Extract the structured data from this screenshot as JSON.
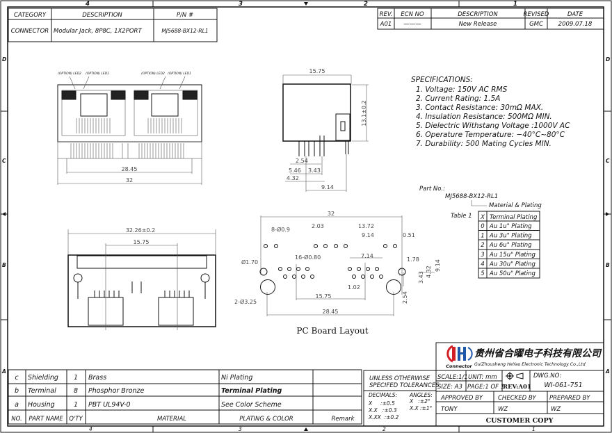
{
  "frame": {
    "zones_top": [
      "4",
      "3",
      "2",
      "1"
    ],
    "zones_side": [
      "D",
      "C",
      "B",
      "A"
    ]
  },
  "header_table": {
    "headers": [
      "CATEGORY",
      "DESCRIPTION",
      "P/N #"
    ],
    "row": [
      "CONNECTOR",
      "Modular Jack, 8P8C, 1X2PORT",
      "MJ5688-BX12-RL1"
    ]
  },
  "revision_table": {
    "headers": [
      "REV.",
      "ECN NO",
      "DESCRIPTION",
      "REVISED",
      "DATE"
    ],
    "row": [
      "A01",
      "———",
      "New Release",
      "GMC",
      "2009.07.18"
    ]
  },
  "front_view": {
    "led_labels": [
      "(OPTION) LED2",
      "(OPTION) LED1",
      "(OPTION) LED2",
      "(OPTION) LED1"
    ],
    "dims": [
      "28.45",
      "32"
    ]
  },
  "side_view": {
    "dims": [
      "15.75",
      "13.1±0.2",
      "2.54",
      "5.46",
      "3.43",
      "4.32",
      "9.14"
    ]
  },
  "bottom_view": {
    "dims": [
      "32.26±0.2",
      "15.75"
    ]
  },
  "pcb_layout": {
    "title": "PC Board Layout",
    "dims": [
      "32",
      "8-Ø0.9",
      "2.03",
      "13.72",
      "9.14",
      "0.51",
      "Ø1.70",
      "16-Ø0.80",
      "7.14",
      "1.78",
      "3.43",
      "4.32",
      "9.14",
      "1.02",
      "2.54",
      "2-Ø3.25",
      "15.75",
      "28.45"
    ]
  },
  "specifications": {
    "title": "SPECIFICATIONS:",
    "items": [
      "1. Voltage: 150V AC RMS",
      "2. Current Rating: 1.5A",
      "3. Contact Resistance: 30mΩ MAX.",
      "4. Insulation Resistance: 500MΩ MIN.",
      "5. Dielectric Withstang Voltage :1000V AC",
      "6. Operature Temperature: −40°C~80°C",
      "7. Durability: 500 Mating Cycles MIN."
    ]
  },
  "part_no": {
    "label": "Part No.:",
    "value": "MJ5688-BX12-RL1",
    "callout": "Material & Plating",
    "table_label": "Table 1"
  },
  "plating_table": {
    "headers": [
      "X",
      "Terminal Plating"
    ],
    "rows": [
      [
        "0",
        "Au 1u\" Plating"
      ],
      [
        "1",
        "Au 3u\" Plating"
      ],
      [
        "2",
        "Au 6u\" Plating"
      ],
      [
        "3",
        "Au 15u\" Plating"
      ],
      [
        "4",
        "Au 30u\" Plating"
      ],
      [
        "5",
        "Au 50u\" Plating"
      ]
    ]
  },
  "bom": {
    "rows": [
      [
        "c",
        "Shielding",
        "1",
        "Brass",
        "Ni Plating",
        ""
      ],
      [
        "b",
        "Terminal",
        "8",
        "Phosphor Bronze",
        "Terminal Plating",
        ""
      ],
      [
        "a",
        "Housing",
        "1",
        "PBT UL94V-0",
        "See Color Scheme",
        ""
      ]
    ],
    "headers": [
      "NO.",
      "PART NAME",
      "Q'TY",
      "MATERIAL",
      "PLATING & COLOR",
      "Remark"
    ]
  },
  "title_block": {
    "company_cn": "贵州省合曜电子科技有限公司",
    "company_en": "GuiZhousheng HeYao Electronic Technology Co.,Ltd",
    "logo_text": "Connector",
    "tolerance_title": [
      "UNLESS OTHERWISE",
      "SPECIFED TOLERANCES"
    ],
    "decimals_label": "DECIMALS:",
    "decimals": [
      "X     :±0.5",
      "X.X   :±0.3",
      "X.XX  :±0.2"
    ],
    "angles_label": "ANGLES:",
    "angles": [
      "X   :±2°",
      "X.X :±1°"
    ],
    "scale": "SCALE:1/1",
    "unit": "UNIT: mm",
    "size": "SIZE: A3",
    "page": "PAGE:1 OF 1",
    "rev": "REV:A01",
    "dwg_label": "DWG.NO:",
    "dwg_no": "WI-061-751",
    "approved_label": "APPROVED BY",
    "checked_label": "CHECKED BY",
    "prepared_label": "PREPARED BY",
    "approved": "TONY",
    "checked": "WZ",
    "prepared": "WZ",
    "copy": "CUSTOMER COPY"
  },
  "colors": {
    "logo_red": "#d21f26",
    "logo_blue": "#1f57a8"
  }
}
